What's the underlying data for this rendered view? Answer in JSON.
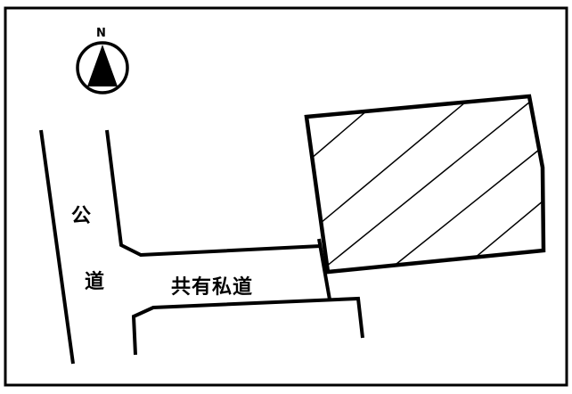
{
  "map": {
    "title": "",
    "compass": {
      "label": "N",
      "icon": "north-arrow-icon"
    },
    "labels": {
      "public_road_char1": "公",
      "public_road_char2": "道",
      "private_road": "共有私道"
    },
    "colors": {
      "line": "#000000",
      "background": "#ffffff"
    },
    "subject_lot": {
      "pattern": "diagonal-hatch"
    }
  }
}
